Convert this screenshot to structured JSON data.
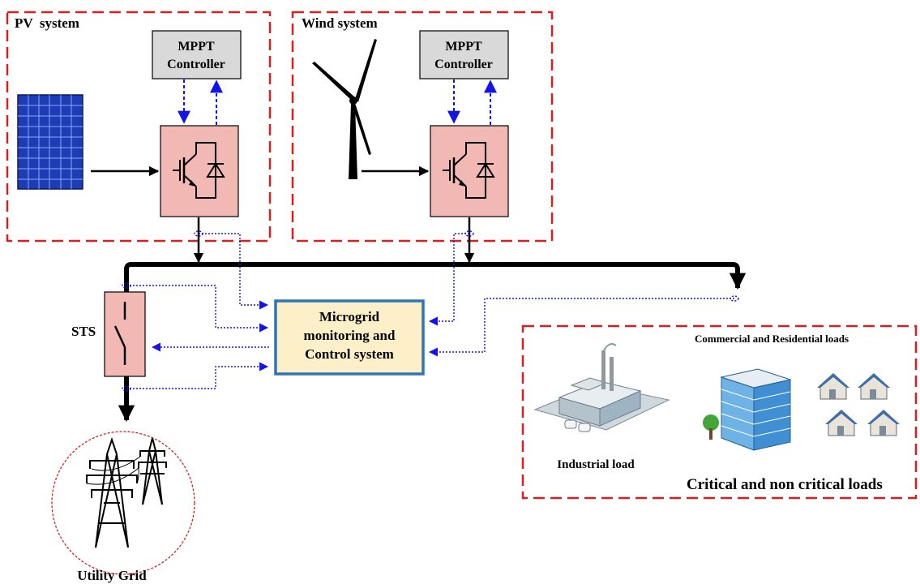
{
  "pv_system": {
    "title": "PV  system",
    "mppt": [
      "MPPT",
      "Controller"
    ]
  },
  "wind_system": {
    "title": "Wind system",
    "mppt": [
      "MPPT",
      "Controller"
    ]
  },
  "control": {
    "lines": [
      "Microgrid",
      "monitoring and",
      "Control system"
    ]
  },
  "sts": {
    "label": "STS"
  },
  "grid": {
    "label": "Utility Grid"
  },
  "loads": {
    "commercial_label": "Commercial and Residential loads",
    "industrial_label": "Industrial load",
    "critical_label": "Critical and non critical loads"
  },
  "icons": [
    "solar-panel-icon",
    "wind-turbine-icon",
    "igbt-converter-icon",
    "transmission-tower-icon",
    "factory-icon",
    "office-building-icon",
    "house-icon"
  ],
  "colors": {
    "region_border": "#d42020",
    "signal_arrow": "#1414e6",
    "converter_fill": "#f2b8b4",
    "mppt_fill": "#d9d9d9",
    "control_fill": "#fdf0c8",
    "control_border": "#2e75b6"
  }
}
